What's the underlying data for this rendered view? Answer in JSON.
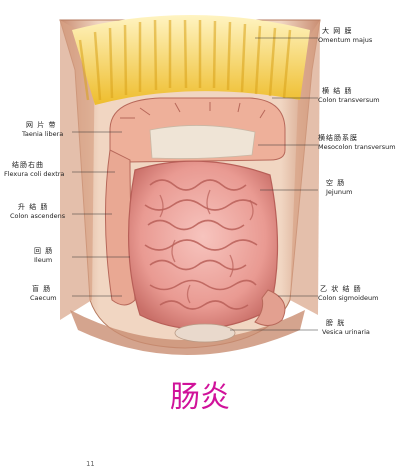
{
  "caption": "肠炎",
  "page_mark": "11",
  "labels_right": [
    {
      "cn": "大 网 膜",
      "latin": "Omentum majus"
    },
    {
      "cn": "横 结 肠",
      "latin": "Colon transversum"
    },
    {
      "cn": "横结肠系膜",
      "latin": "Mesocolon transversum"
    },
    {
      "cn": "空   肠",
      "latin": "Jejunum"
    },
    {
      "cn": "乙 状 结 肠",
      "latin": "Colon sigmoideum"
    },
    {
      "cn": "膀   胱",
      "latin": "Vesica urinaria"
    }
  ],
  "labels_left": [
    {
      "cn": "网 片 带",
      "latin": "Taenia libera"
    },
    {
      "cn": "结肠右曲",
      "latin": "Flexura coli dextra"
    },
    {
      "cn": "升 结 肠",
      "latin": "Colon ascendens"
    },
    {
      "cn": "回   肠",
      "latin": "Ileum"
    },
    {
      "cn": "盲   肠",
      "latin": "Caecum"
    }
  ],
  "colors": {
    "caption": "#d0129a",
    "intestine": "#f0a6a0",
    "fat": "#f2d34a",
    "wall": "#e7c5b0"
  }
}
